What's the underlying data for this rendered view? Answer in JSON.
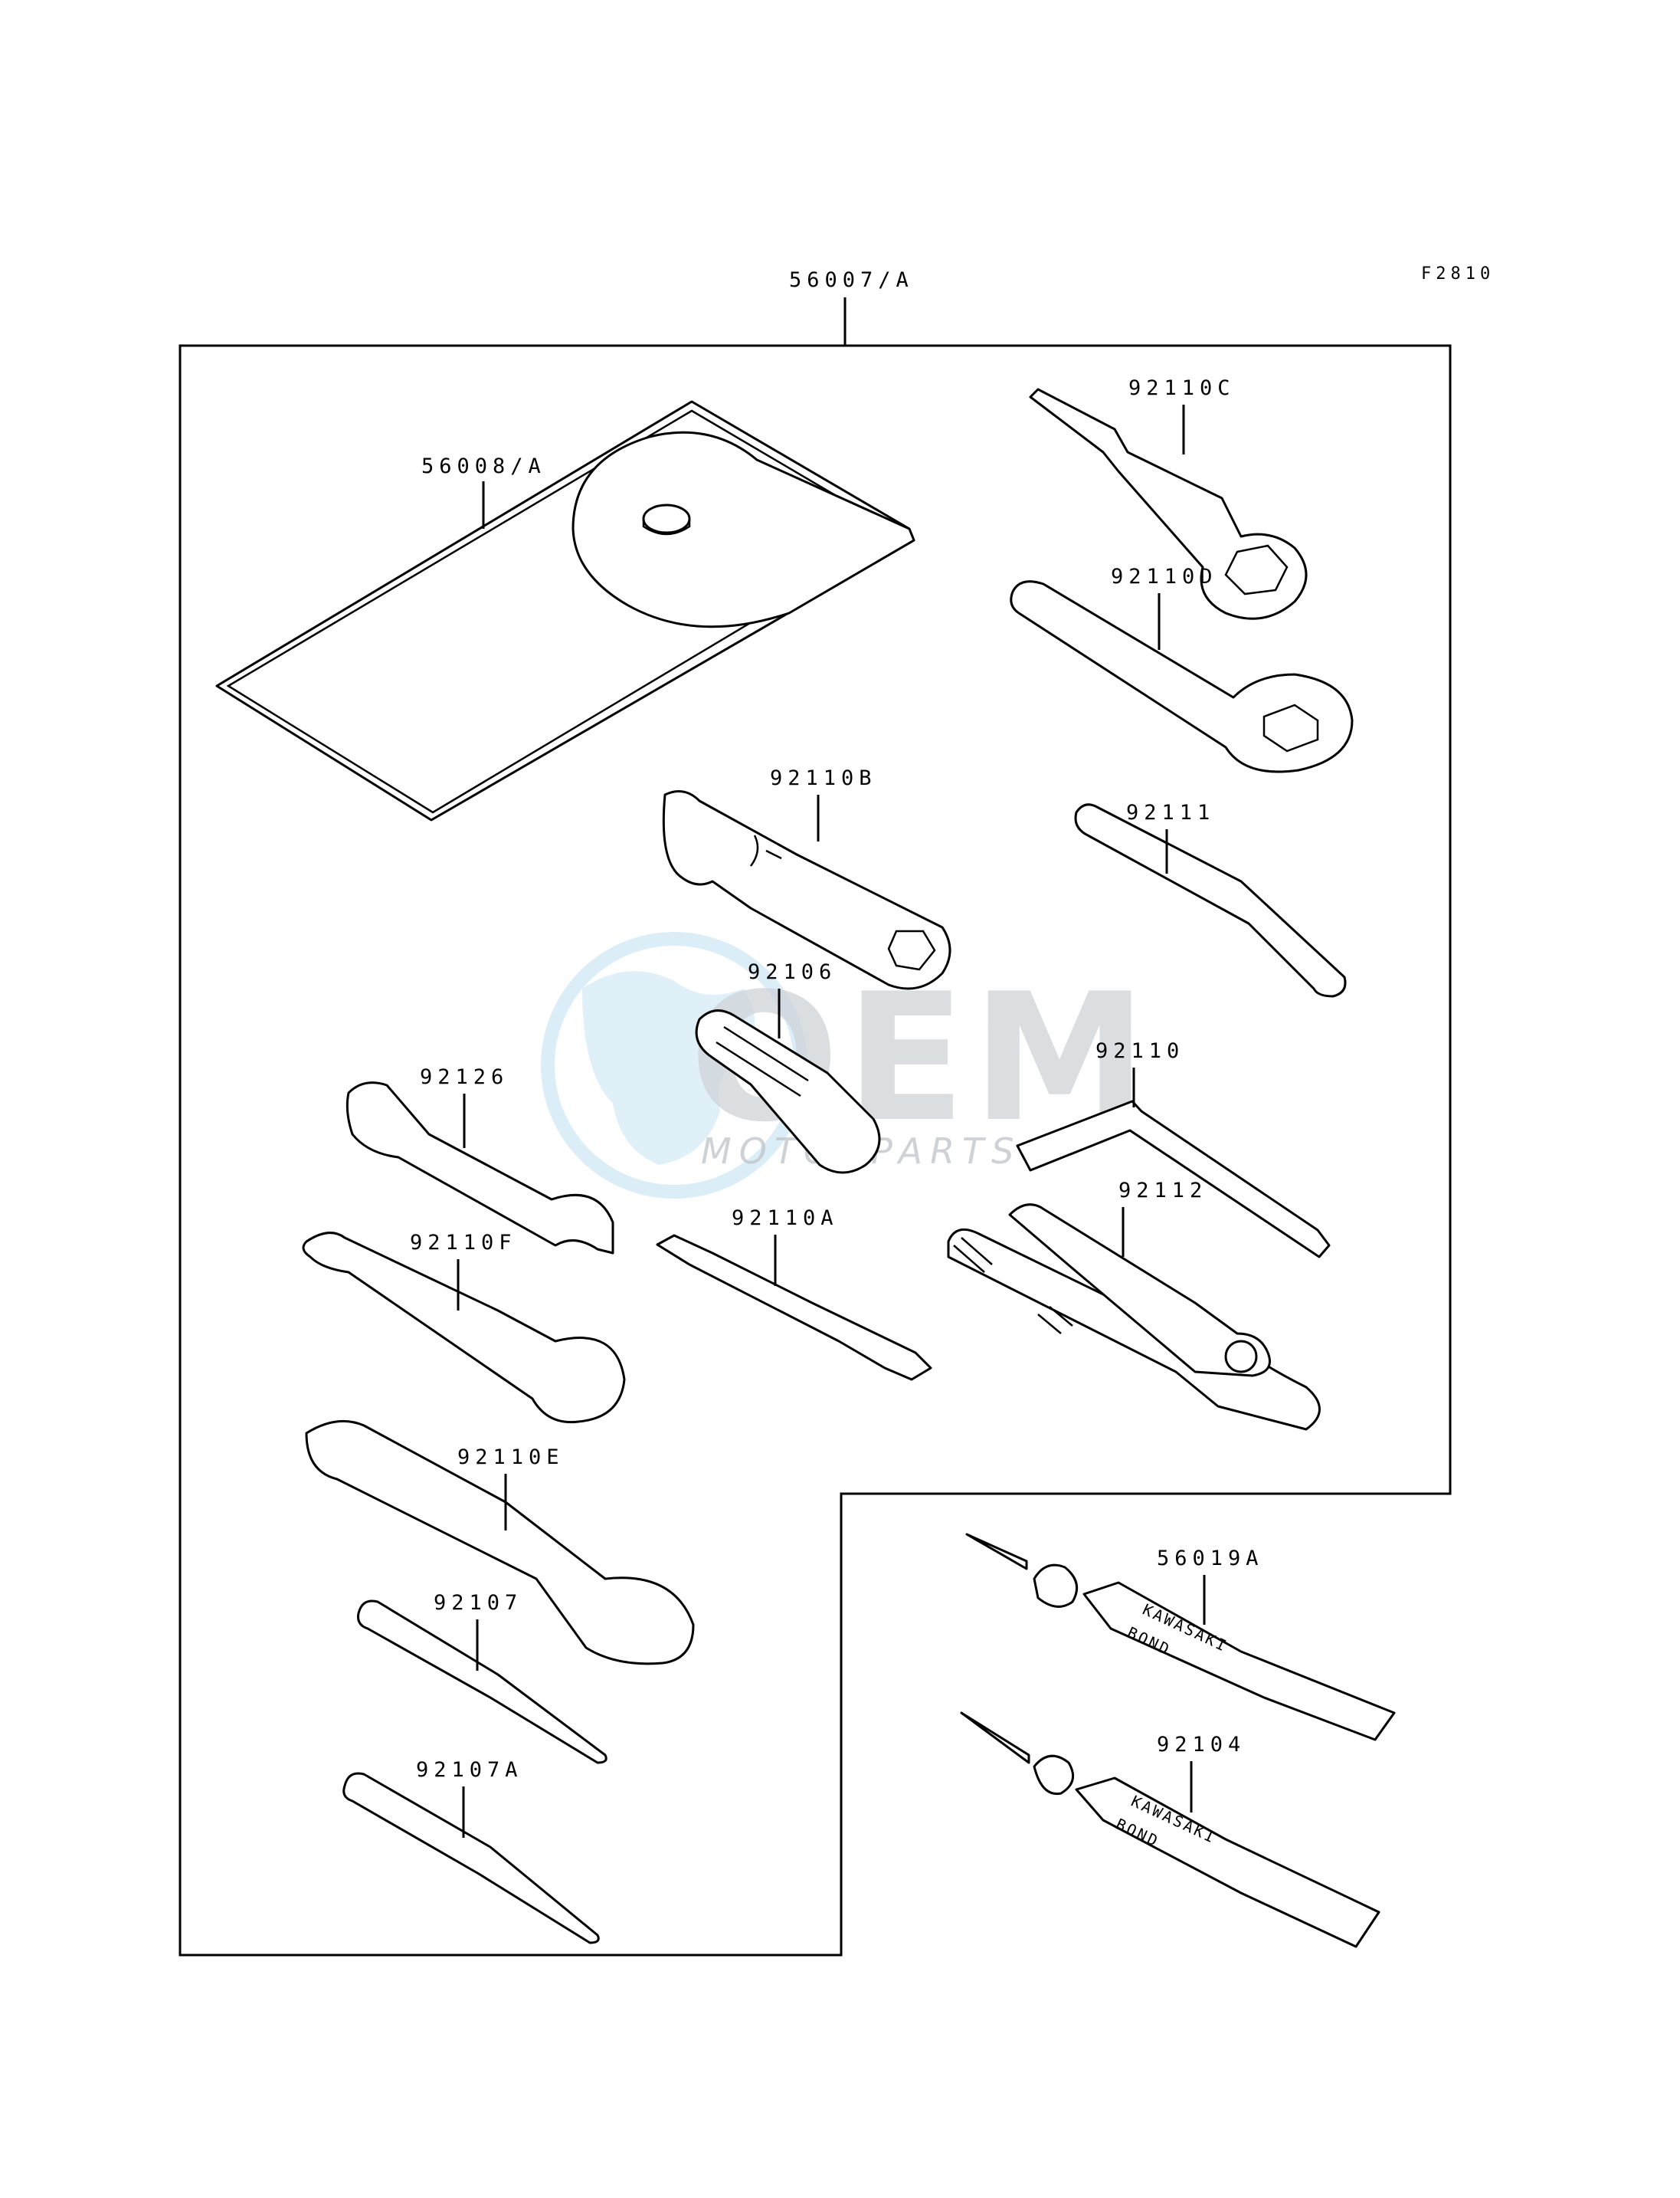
{
  "figure_ref": "F2810",
  "kit": {
    "part_no": "56007/A"
  },
  "watermark": {
    "big": "OEM",
    "small": "MOTORPARTS"
  },
  "parts": [
    {
      "id": "56008/A"
    },
    {
      "id": "92110C"
    },
    {
      "id": "92110D"
    },
    {
      "id": "92110B"
    },
    {
      "id": "92111"
    },
    {
      "id": "92106"
    },
    {
      "id": "92110"
    },
    {
      "id": "92126"
    },
    {
      "id": "92112"
    },
    {
      "id": "92110F"
    },
    {
      "id": "92110A"
    },
    {
      "id": "92110E"
    },
    {
      "id": "56019A"
    },
    {
      "id": "92107"
    },
    {
      "id": "92104"
    },
    {
      "id": "92107A"
    }
  ],
  "tube_printing": {
    "line1": "KAWASAKI",
    "line2": "BOND"
  }
}
